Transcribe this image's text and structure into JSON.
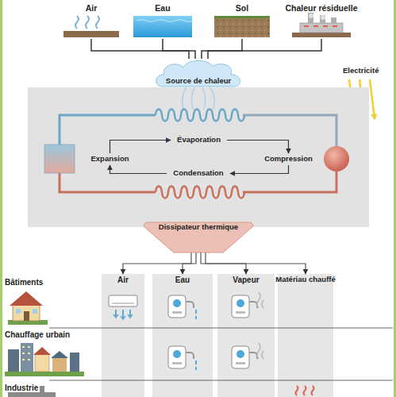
{
  "diagram": {
    "nodes": [
      {
        "text": [
          "Air"
        ]
      },
      {
        "text": [
          "Eau"
        ]
      },
      {
        "text": [
          "Sol"
        ]
      },
      {
        "text": [
          "Chaleur résiduelle"
        ]
      },
      {
        "text": [
          "Source de chaleur"
        ]
      },
      {
        "text": [
          "Évaporation"
        ]
      },
      {
        "text": [
          "Expansion"
        ]
      },
      {
        "text": [
          "Compression"
        ]
      },
      {
        "text": [
          "Condensation"
        ]
      },
      {
        "text": [
          "Dissipateur thermique"
        ]
      },
      {
        "text": [
          "Air"
        ]
      },
      {
        "text": [
          "Eau"
        ]
      },
      {
        "text": [
          "Vapeur"
        ]
      },
      {
        "text": [
          "Matériau chauffé"
        ]
      }
    ],
    "edges": [
      {
        "from": 0,
        "to": 4,
        "arrow": "none"
      },
      {
        "from": 1,
        "to": 4,
        "arrow": "none"
      },
      {
        "from": 2,
        "to": 4,
        "arrow": "none"
      },
      {
        "from": 3,
        "to": 4,
        "arrow": "none"
      },
      {
        "from": 5,
        "to": 7,
        "arrow": "to"
      },
      {
        "from": 7,
        "to": 8,
        "arrow": "to"
      },
      {
        "from": 8,
        "to": 6,
        "arrow": "to"
      },
      {
        "from": 6,
        "to": 5,
        "arrow": "to"
      },
      {
        "from": 9,
        "to": 10,
        "arrow": "to"
      },
      {
        "from": 9,
        "to": 11,
        "arrow": "to"
      },
      {
        "from": 9,
        "to": 12,
        "arrow": "to"
      },
      {
        "from": 9,
        "to": 13,
        "arrow": "to"
      }
    ],
    "labels": [
      "Electricité",
      "Bâtiments",
      "Chauffage urbain",
      "Industrie"
    ]
  }
}
